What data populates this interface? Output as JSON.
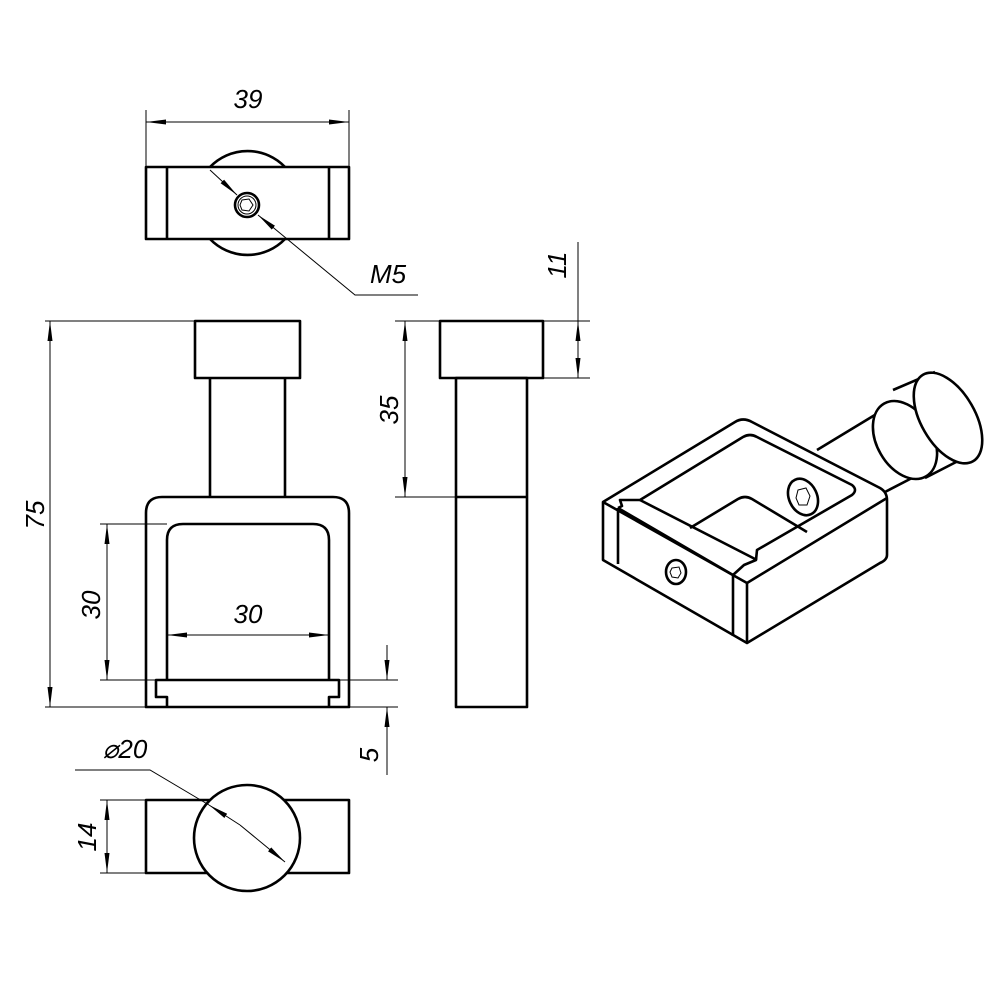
{
  "drawing": {
    "top_view": {
      "width_dim": "39",
      "thread_label": "M5"
    },
    "front_view": {
      "height_dim": "75",
      "inner_height_dim": "30",
      "inner_width_dim": "30",
      "slot_dim": "5"
    },
    "side_view": {
      "shaft_dim": "35",
      "head_dim": "11"
    },
    "bottom_view": {
      "diameter_dim": "⌀20",
      "thickness_dim": "14"
    },
    "line_color": "#000000",
    "background": "#ffffff"
  }
}
